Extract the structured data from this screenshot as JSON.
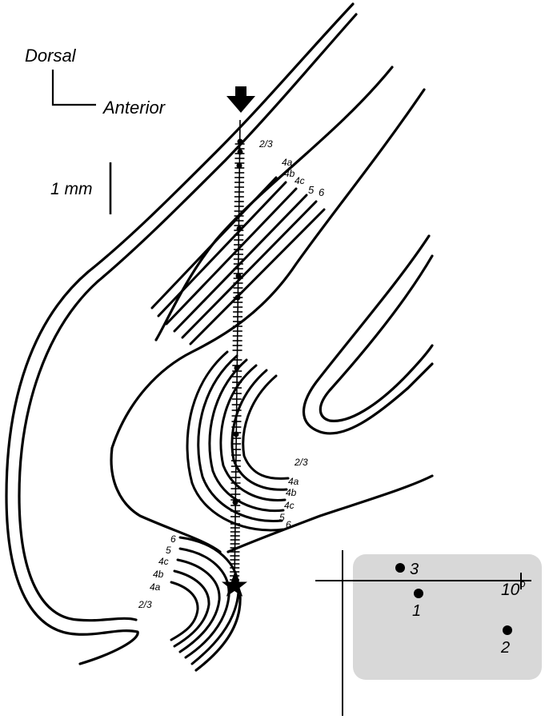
{
  "orientation": {
    "dorsal_label": "Dorsal",
    "anterior_label": "Anterior"
  },
  "scale_bar": {
    "label": "1 mm"
  },
  "entry_marker": {
    "icon": "down-arrow-icon"
  },
  "recording_end_marker": {
    "icon": "star-icon"
  },
  "upper_bank_labels": [
    "2/3",
    "4a",
    "4b",
    "4c",
    "5",
    "6"
  ],
  "middle_bank_labels": [
    "2/3",
    "4a",
    "4b",
    "4c",
    "5",
    "6"
  ],
  "lower_bank_labels": [
    "6",
    "5",
    "4c",
    "4b",
    "4a",
    "2/3"
  ],
  "visual_field": {
    "scale_label": "10",
    "scale_label_suffix": "o",
    "background_color": "#d8d8d8",
    "points": [
      {
        "label": "3"
      },
      {
        "label": "1"
      },
      {
        "label": "2"
      }
    ]
  }
}
